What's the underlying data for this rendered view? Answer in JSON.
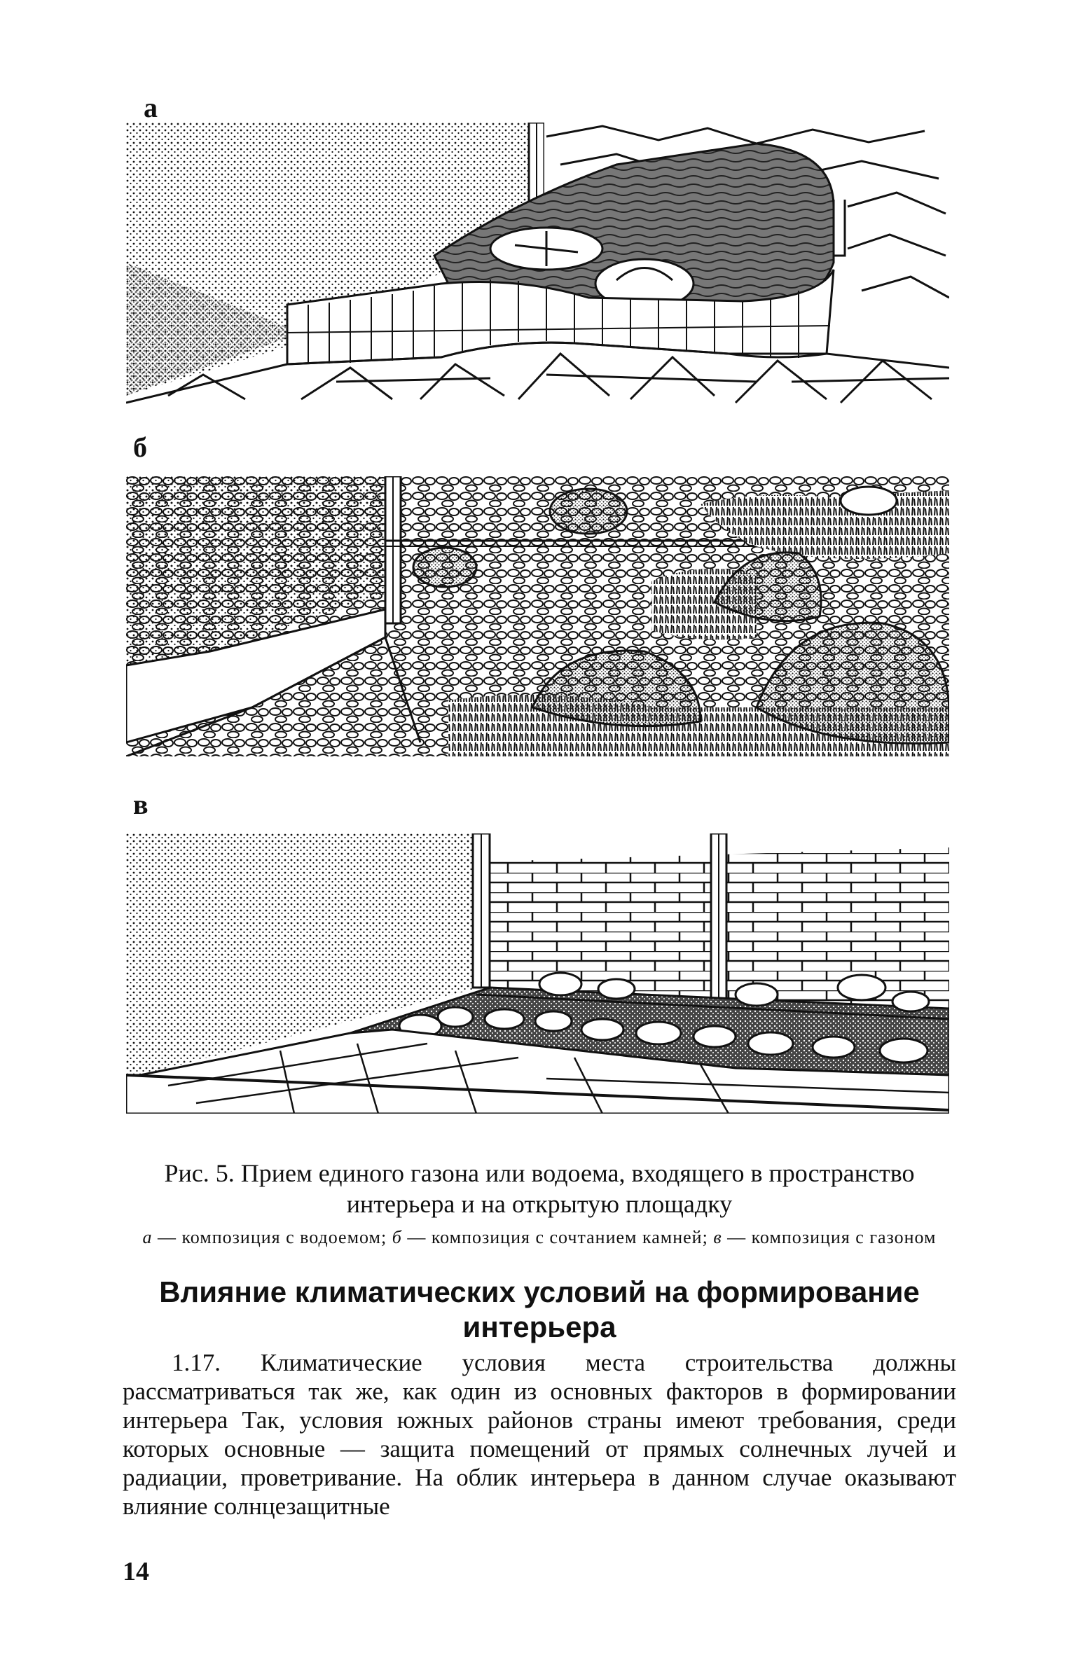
{
  "figure": {
    "panels": [
      {
        "label": "а"
      },
      {
        "label": "б"
      },
      {
        "label": "в"
      }
    ]
  },
  "caption": {
    "main": "Рис. 5. Прием единого газона или водоема, входящего в пространство интерьера и на открытую площадку",
    "sub_a_letter": "а",
    "sub_a_text": " — композиция с водоемом; ",
    "sub_b_letter": "б",
    "sub_b_text": " — композиция с сочтанием камней; ",
    "sub_c_letter": "в",
    "sub_c_text": " — композиция с газоном"
  },
  "heading": "Влияние климатических условий на формирование интерьера",
  "paragraph": "1.17. Климатические условия места строительства должны рассматриваться так же, как один из основных факторов в формировании интерьера Так, условия южных районов страны имеют требования, среди которых основные — защита помещений от прямых солнечных лучей и радиации, проветривание. На облик интерьера в данном случае оказывают влияние солнцезащитные",
  "page_number": "14"
}
